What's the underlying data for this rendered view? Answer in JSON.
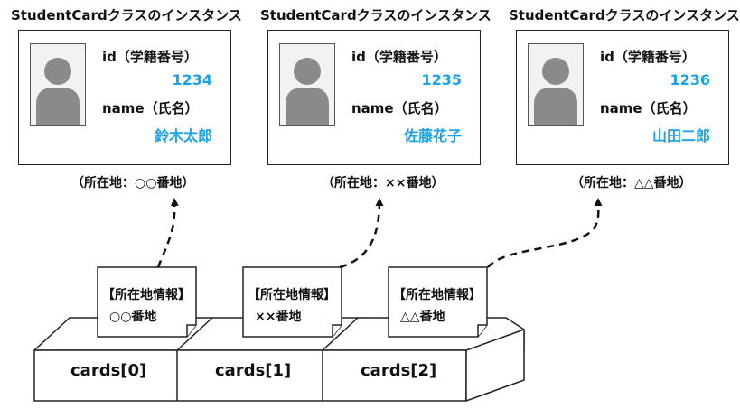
{
  "instances": [
    {
      "title": "StudentCardクラスのインスタンス",
      "id_label": "id（学籍番号）",
      "id_value": "1234",
      "name_label": "name（氏名）",
      "name_value": "鈴木太郎",
      "address": "（所在地：○○番地）"
    },
    {
      "title": "StudentCardクラスのインスタンス",
      "id_label": "id（学籍番号）",
      "id_value": "1235",
      "name_label": "name（氏名）",
      "name_value": "佐藤花子",
      "address": "（所在地：××番地）"
    },
    {
      "title": "StudentCardクラスのインスタンス",
      "id_label": "id（学籍番号）",
      "id_value": "1236",
      "name_label": "name（氏名）",
      "name_value": "山田二郎",
      "address": "（所在地：△△番地）"
    }
  ],
  "notes": [
    {
      "heading": "【所在地情報】",
      "value": "○○番地"
    },
    {
      "heading": "【所在地情報】",
      "value": "××番地"
    },
    {
      "heading": "【所在地情報】",
      "value": "△△番地"
    }
  ],
  "array_cells": [
    "cards[0]",
    "cards[1]",
    "cards[2]"
  ],
  "colors": {
    "accent": "#1aa3e8",
    "line": "#222222",
    "photo_fill": "#8a8a8a"
  },
  "icons": [
    "person-silhouette-icon",
    "folded-note",
    "dashed-arrow"
  ]
}
